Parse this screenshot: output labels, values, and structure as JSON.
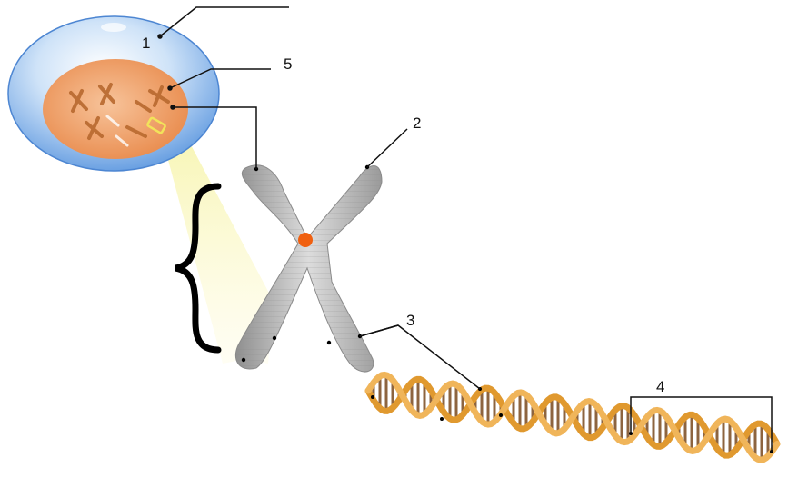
{
  "labels": [
    {
      "id": "1",
      "text": "1"
    },
    {
      "id": "2",
      "text": "2"
    },
    {
      "id": "3",
      "text": "3"
    },
    {
      "id": "4",
      "text": "4"
    },
    {
      "id": "5",
      "text": "5"
    }
  ],
  "colors": {
    "cell_blue": "#7fb3ec",
    "nucleus_orange": "#f2a56a",
    "chromosome_gray": "#b8b8b8",
    "centromere_orange": "#f06010",
    "dna_gold": "#e8a43a",
    "zoom_yellow": "#fff7b0",
    "leader_line": "#111111"
  },
  "icons": {
    "brace": "left-curly-brace"
  }
}
